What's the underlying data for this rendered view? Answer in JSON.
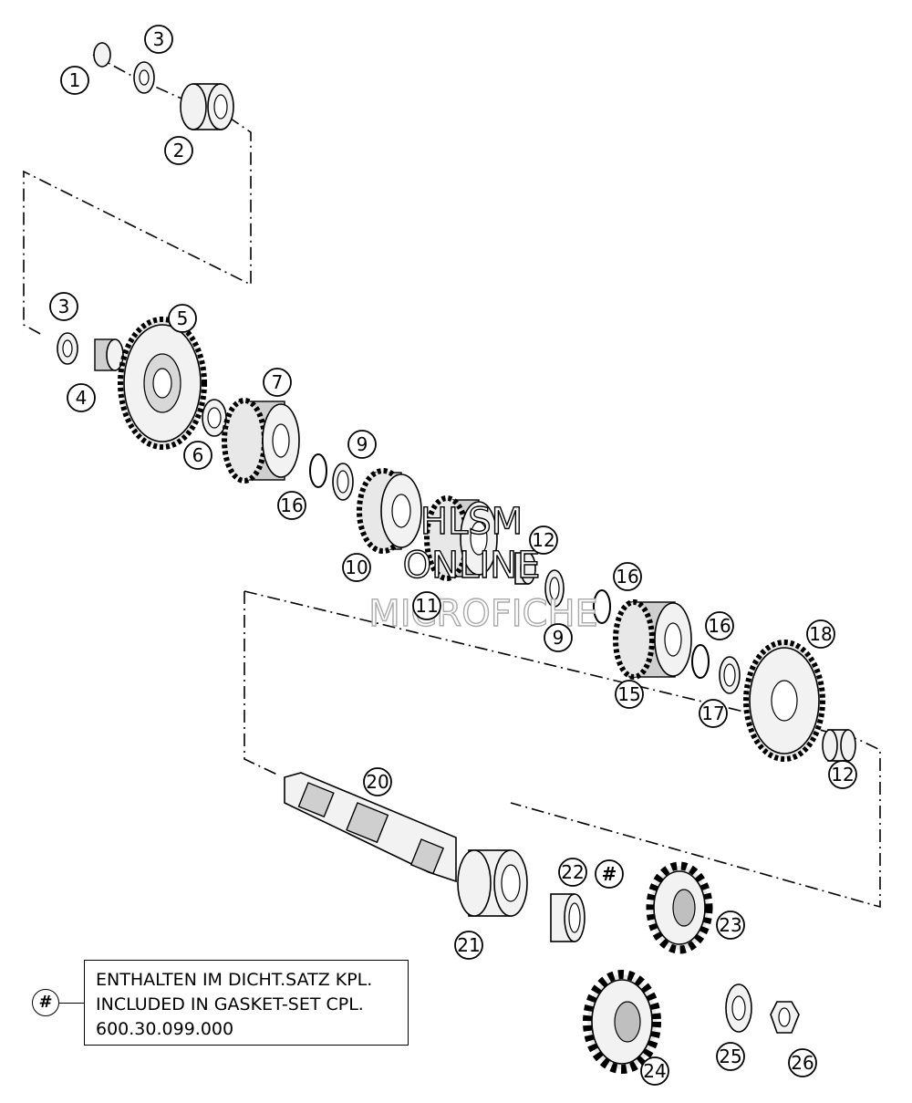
{
  "callouts": [
    {
      "id": "c1",
      "label": "1"
    },
    {
      "id": "c2",
      "label": "2"
    },
    {
      "id": "c3a",
      "label": "3"
    },
    {
      "id": "c3b",
      "label": "3"
    },
    {
      "id": "c4",
      "label": "4"
    },
    {
      "id": "c5",
      "label": "5"
    },
    {
      "id": "c6",
      "label": "6"
    },
    {
      "id": "c7",
      "label": "7"
    },
    {
      "id": "c9a",
      "label": "9"
    },
    {
      "id": "c9b",
      "label": "9"
    },
    {
      "id": "c10",
      "label": "10"
    },
    {
      "id": "c11",
      "label": "11"
    },
    {
      "id": "c12a",
      "label": "12"
    },
    {
      "id": "c12b",
      "label": "12"
    },
    {
      "id": "c15",
      "label": "15"
    },
    {
      "id": "c16a",
      "label": "16"
    },
    {
      "id": "c16b",
      "label": "16"
    },
    {
      "id": "c16c",
      "label": "16"
    },
    {
      "id": "c17",
      "label": "17"
    },
    {
      "id": "c18",
      "label": "18"
    },
    {
      "id": "c20",
      "label": "20"
    },
    {
      "id": "c21",
      "label": "21"
    },
    {
      "id": "c22",
      "label": "22"
    },
    {
      "id": "chash",
      "label": "#"
    },
    {
      "id": "c23",
      "label": "23"
    },
    {
      "id": "c24",
      "label": "24"
    },
    {
      "id": "c25",
      "label": "25"
    },
    {
      "id": "c26",
      "label": "26"
    }
  ],
  "watermark": {
    "line1": "HLSM",
    "line2": "ONLINE",
    "line3": "MICROFICHE"
  },
  "note": {
    "symbol": "#",
    "line1": "ENTHALTEN IM DICHT.SATZ KPL.",
    "line2": "INCLUDED IN GASKET-SET CPL.",
    "line3": "600.30.099.000"
  }
}
